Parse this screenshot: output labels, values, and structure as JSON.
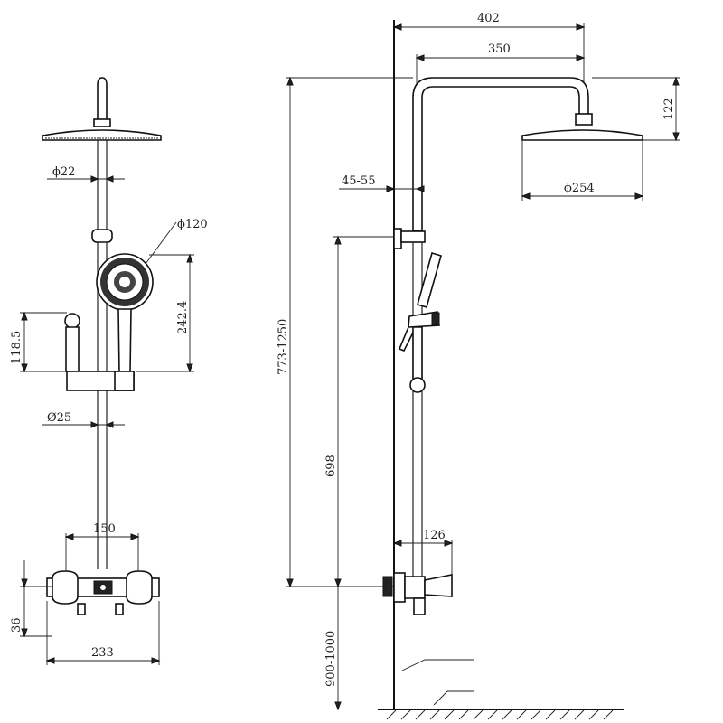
{
  "front_view": {
    "pipe_diameter": "ϕ22",
    "handshower_diameter": "ϕ120",
    "slide_height": "242.4",
    "holder_height": "118.5",
    "bar_diameter": "Ø25",
    "valve_spacing": "150",
    "valve_height": "36",
    "valve_width": "233"
  },
  "side_view": {
    "total_reach": "402",
    "arm_reach": "350",
    "head_drop": "122",
    "wall_offset": "45-55",
    "head_diameter": "ϕ254",
    "height_range": "773-1250",
    "bar_length": "698",
    "valve_projection": "126",
    "install_height": "900-1000"
  }
}
